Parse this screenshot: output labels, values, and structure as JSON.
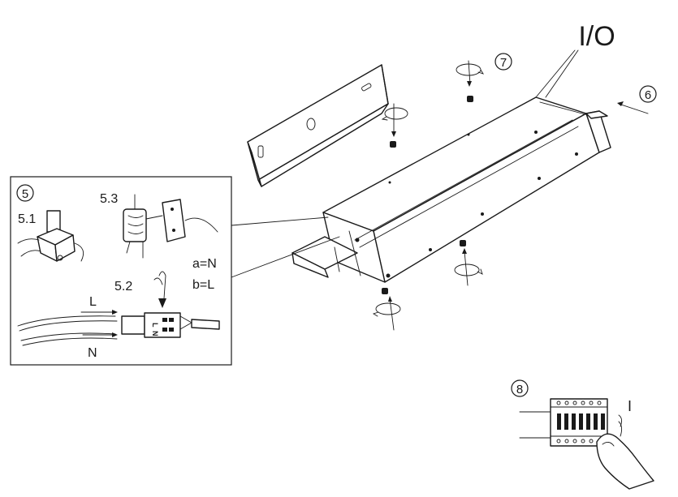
{
  "steps": {
    "five": "5",
    "six": "6",
    "seven": "7",
    "eight": "8"
  },
  "io_label": "I/O",
  "detail": {
    "sub_5_1": "5.1",
    "sub_5_2": "5.2",
    "sub_5_3": "5.3",
    "wire_l": "L",
    "wire_n": "N",
    "legend_a": "a=N",
    "legend_b": "b=L",
    "terminal_l": "L",
    "terminal_n": "N"
  },
  "switch_label": "I"
}
